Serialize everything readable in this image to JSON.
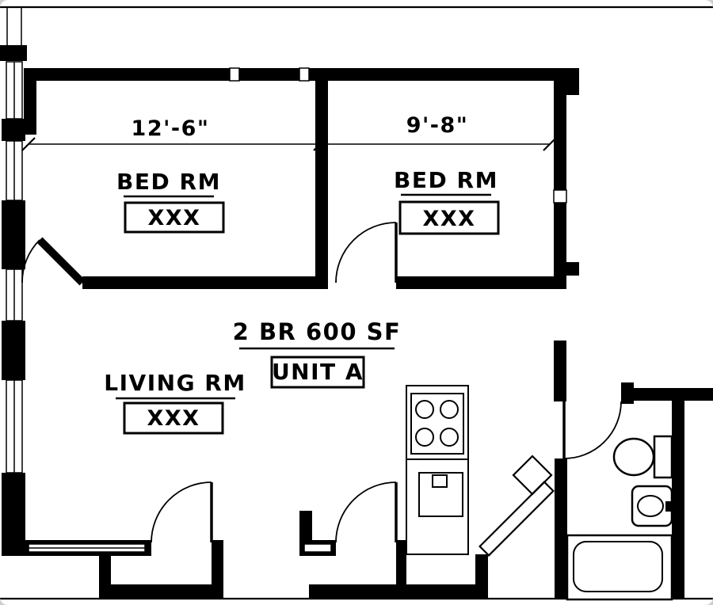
{
  "plan": {
    "title": "2 BR 600 SF",
    "unit": "UNIT A",
    "rooms": {
      "bedroom1": {
        "label": "BED RM",
        "tag": "XXX",
        "width": "12'-6\""
      },
      "bedroom2": {
        "label": "BED RM",
        "tag": "XXX",
        "width": "9'-8\""
      },
      "living": {
        "label": "LIVING RM",
        "tag": "XXX"
      }
    },
    "colors": {
      "ink": "#000000",
      "paper": "#ffffff"
    }
  }
}
